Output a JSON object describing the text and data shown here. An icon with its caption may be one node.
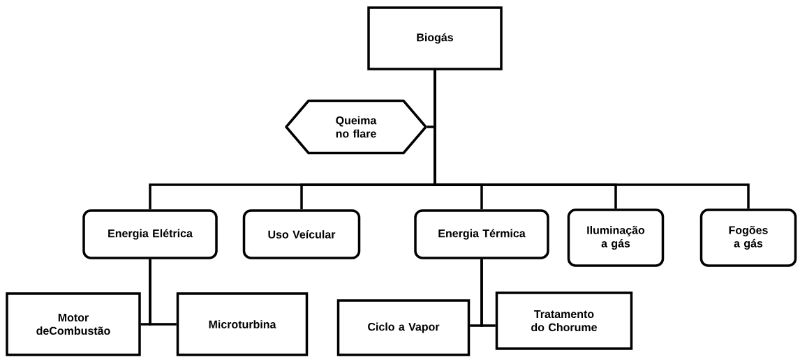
{
  "diagram": {
    "nodes": [
      {
        "text": [
          "Biogás"
        ]
      },
      {
        "text": [
          "Queima no flare"
        ]
      },
      {
        "text": [
          "Energia Elétrica"
        ]
      },
      {
        "text": [
          "Uso Veícular"
        ]
      },
      {
        "text": [
          "Energia Térmica"
        ]
      },
      {
        "text": [
          "Iluminação a gás"
        ]
      },
      {
        "text": [
          "Fogões a gás"
        ]
      },
      {
        "text": [
          "Motor deCombustão"
        ]
      },
      {
        "text": [
          "Microturbina"
        ]
      },
      {
        "text": [
          "Ciclo a Vapor"
        ]
      },
      {
        "text": [
          "Tratamento do Chorume"
        ]
      }
    ],
    "edges": [
      {
        "from": 0,
        "to": 1,
        "arrow": "none"
      },
      {
        "from": 0,
        "to": 2,
        "arrow": "none"
      },
      {
        "from": 0,
        "to": 3,
        "arrow": "none"
      },
      {
        "from": 0,
        "to": 4,
        "arrow": "none"
      },
      {
        "from": 0,
        "to": 5,
        "arrow": "none"
      },
      {
        "from": 0,
        "to": 6,
        "arrow": "none"
      },
      {
        "from": 2,
        "to": 7,
        "arrow": "none"
      },
      {
        "from": 2,
        "to": 8,
        "arrow": "none"
      },
      {
        "from": 4,
        "to": 9,
        "arrow": "none"
      },
      {
        "from": 4,
        "to": 10,
        "arrow": "none"
      }
    ]
  }
}
